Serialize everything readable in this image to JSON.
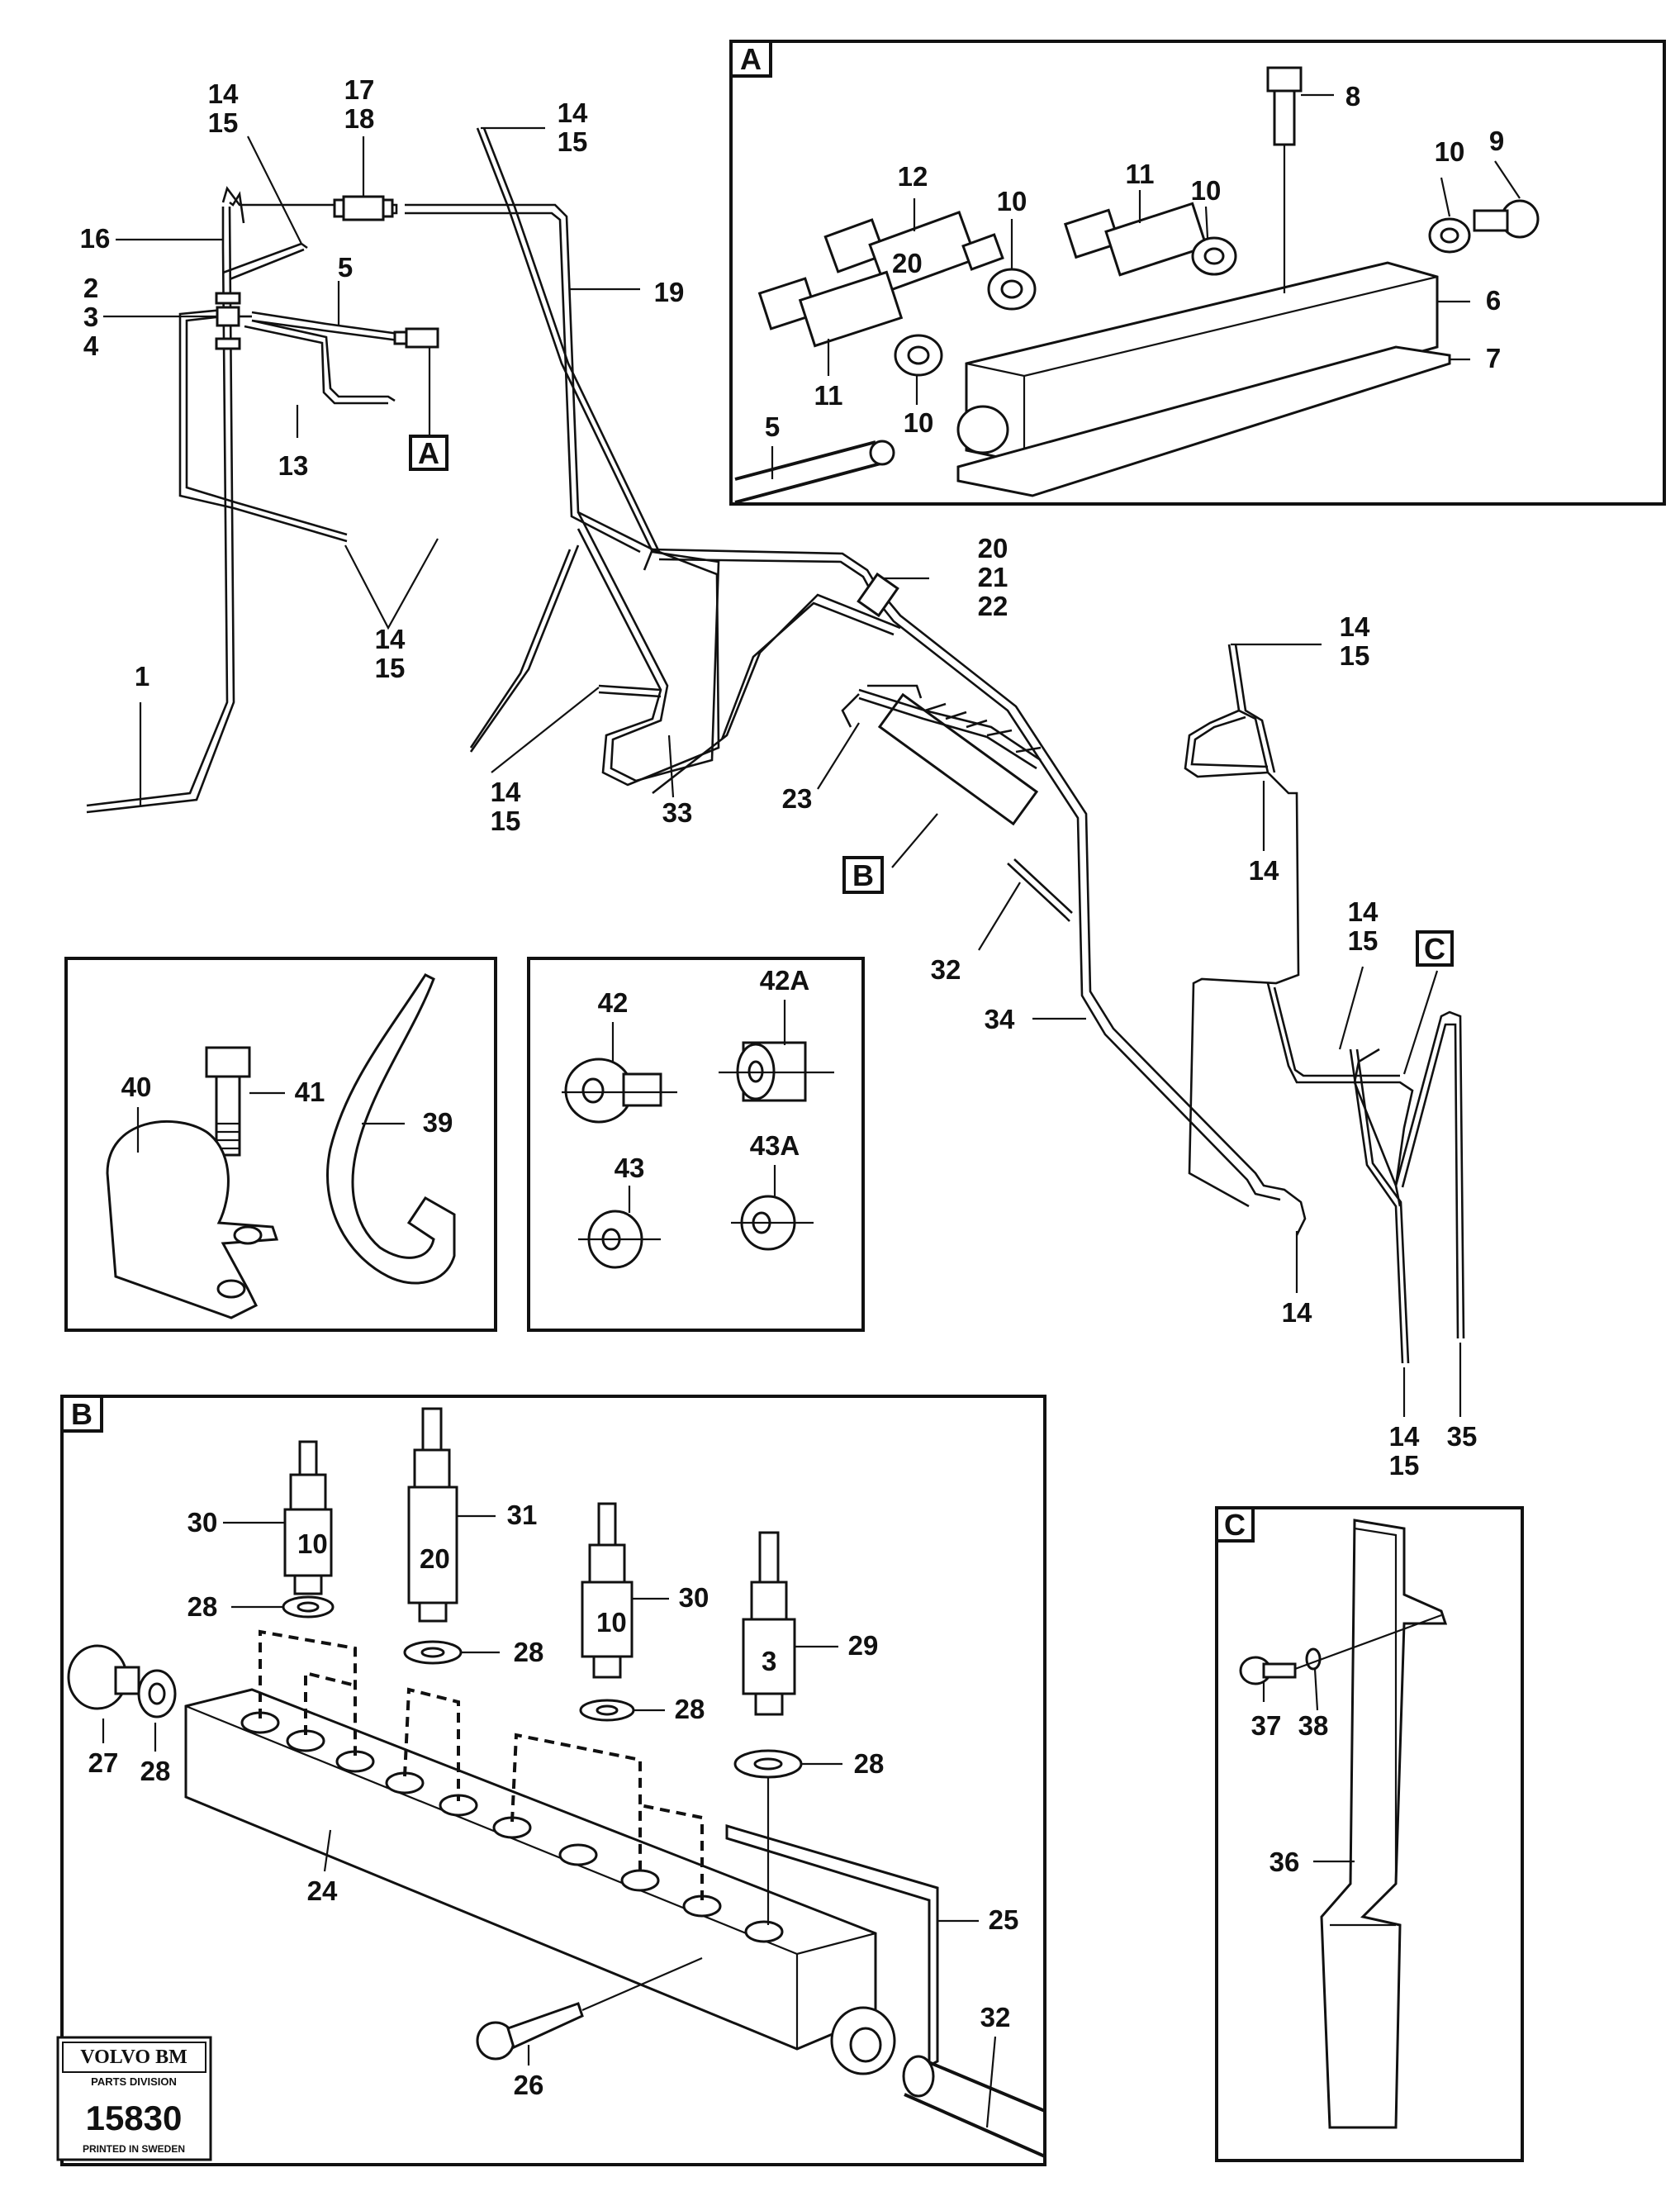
{
  "detail_boxes": {
    "a": "A",
    "b": "B",
    "c": "C"
  },
  "callout_boxes": {
    "a": "A",
    "b": "B",
    "c": "C"
  },
  "labels": {
    "main": {
      "n1": "1",
      "n2": "2",
      "n3": "3",
      "n4": "4",
      "n5": "5",
      "n13": "13",
      "n16": "16",
      "n17": "17",
      "n18": "18",
      "n19": "19",
      "n20": "20",
      "n21": "21",
      "n22": "22",
      "n23": "23",
      "n32": "32",
      "n33": "33",
      "n34": "34",
      "n35": "35",
      "n14_tl": "14",
      "n15_tl": "15",
      "n14_tc": "14",
      "n15_tc": "15",
      "n14_ml": "14",
      "n15_ml": "15",
      "n14_mc": "14",
      "n15_mc": "15",
      "n14_tr": "14",
      "n15_tr": "15",
      "n14_r1": "14",
      "n14_r2": "14",
      "n15_r2": "15",
      "n14_r3": "14",
      "n14_br": "14",
      "n15_br": "15"
    },
    "detail_a": {
      "n5": "5",
      "n6": "6",
      "n7": "7",
      "n8": "8",
      "n9": "9",
      "n10a": "10",
      "n10b": "10",
      "n10c": "10",
      "n10d": "10",
      "n11a": "11",
      "n11b": "11",
      "n12": "12"
    },
    "clamp": {
      "n39": "39",
      "n40": "40",
      "n41": "41"
    },
    "fittings": {
      "n42": "42",
      "n42a": "42A",
      "n43": "43",
      "n43a": "43A"
    },
    "detail_b": {
      "n24": "24",
      "n25": "25",
      "n26": "26",
      "n27": "27",
      "n28a": "28",
      "n28b": "28",
      "n28c": "28",
      "n28d": "28",
      "n28e": "28",
      "n29": "29",
      "n30a": "30",
      "n30b": "30",
      "n31": "31",
      "n32": "32"
    },
    "detail_c": {
      "n36": "36",
      "n37": "37",
      "n38": "38"
    }
  },
  "fitting_marks": {
    "a": "10",
    "b": "20",
    "c": "10",
    "d": "3",
    "e": "20"
  },
  "logo": {
    "brand": "VOLVO BM",
    "division": "PARTS DIVISION",
    "number": "15830",
    "printed": "PRINTED IN SWEDEN"
  }
}
